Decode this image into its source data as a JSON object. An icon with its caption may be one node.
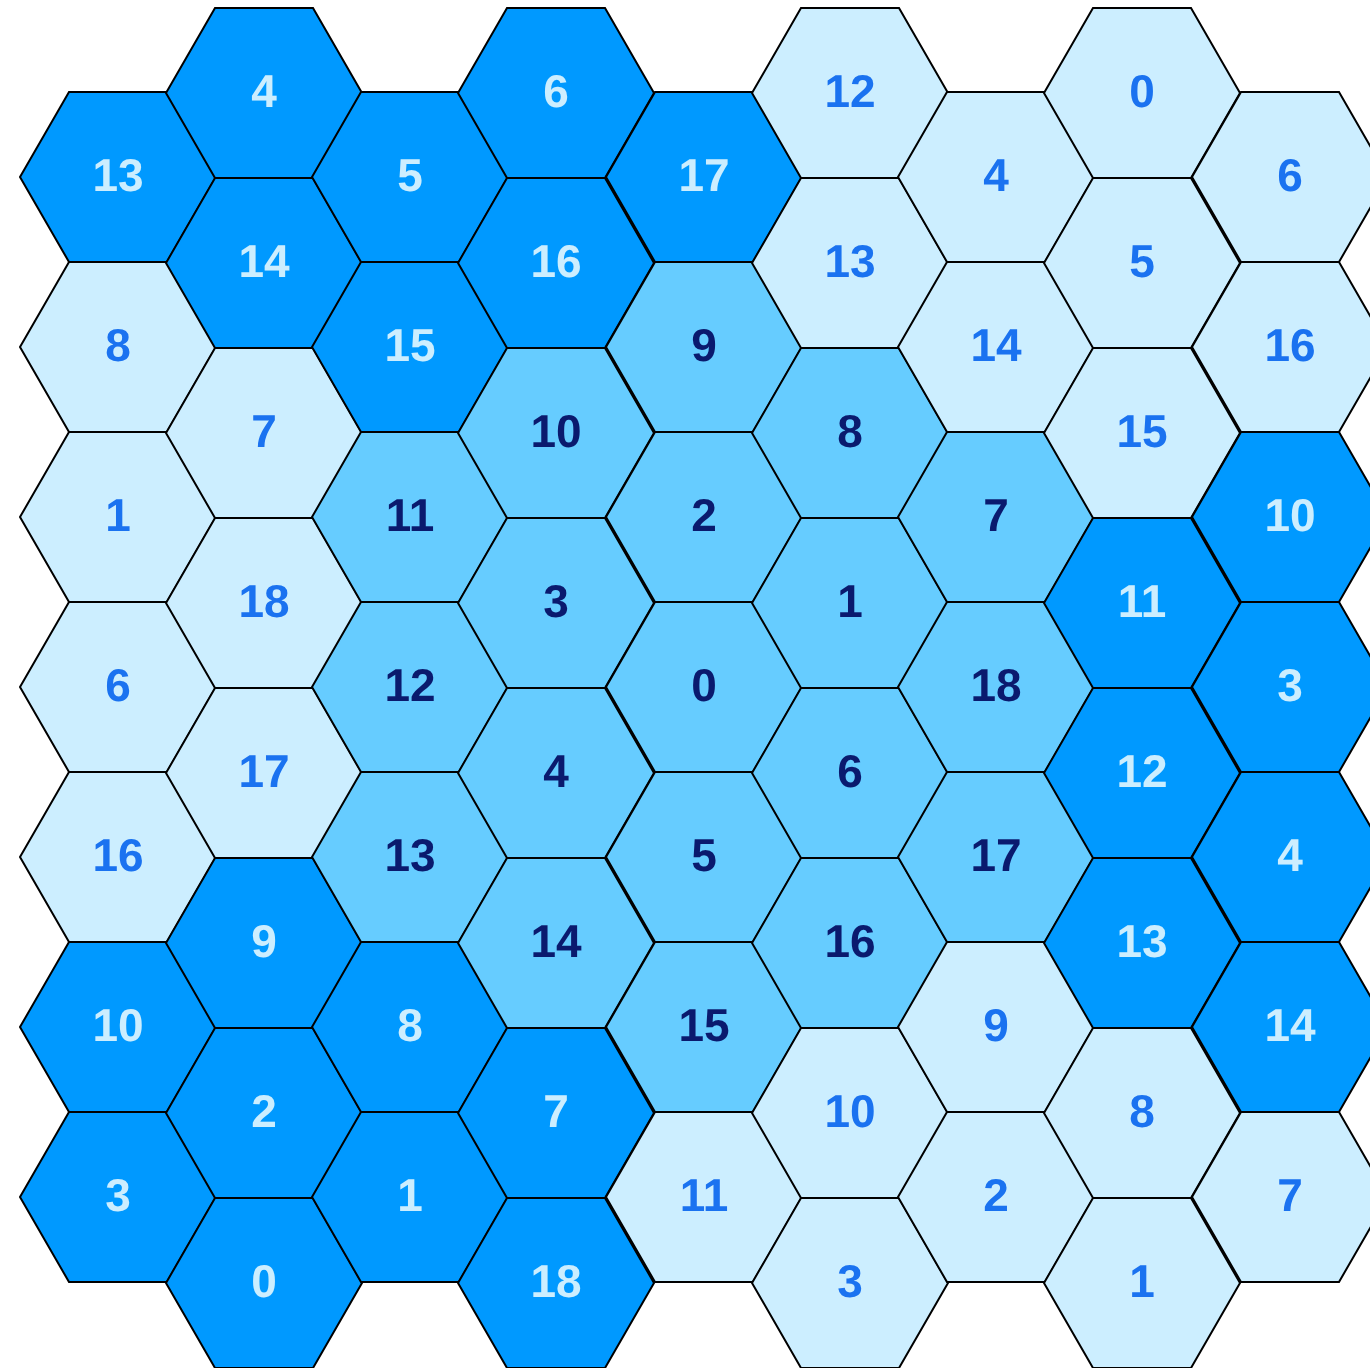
{
  "diagram": {
    "nodes": [
      {
        "text": [
          "13"
        ]
      },
      {
        "text": [
          "8"
        ]
      },
      {
        "text": [
          "1"
        ]
      },
      {
        "text": [
          "6"
        ]
      },
      {
        "text": [
          "16"
        ]
      },
      {
        "text": [
          "10"
        ]
      },
      {
        "text": [
          "3"
        ]
      },
      {
        "text": [
          "4"
        ]
      },
      {
        "text": [
          "14"
        ]
      },
      {
        "text": [
          "7"
        ]
      },
      {
        "text": [
          "18"
        ]
      },
      {
        "text": [
          "17"
        ]
      },
      {
        "text": [
          "9"
        ]
      },
      {
        "text": [
          "2"
        ]
      },
      {
        "text": [
          "0"
        ]
      },
      {
        "text": [
          "5"
        ]
      },
      {
        "text": [
          "15"
        ]
      },
      {
        "text": [
          "11"
        ]
      },
      {
        "text": [
          "12"
        ]
      },
      {
        "text": [
          "13"
        ]
      },
      {
        "text": [
          "8"
        ]
      },
      {
        "text": [
          "1"
        ]
      },
      {
        "text": [
          "6"
        ]
      },
      {
        "text": [
          "16"
        ]
      },
      {
        "text": [
          "10"
        ]
      },
      {
        "text": [
          "3"
        ]
      },
      {
        "text": [
          "4"
        ]
      },
      {
        "text": [
          "14"
        ]
      },
      {
        "text": [
          "7"
        ]
      },
      {
        "text": [
          "18"
        ]
      },
      {
        "text": [
          "17"
        ]
      },
      {
        "text": [
          "9"
        ]
      },
      {
        "text": [
          "2"
        ]
      },
      {
        "text": [
          "0"
        ]
      },
      {
        "text": [
          "5"
        ]
      },
      {
        "text": [
          "15"
        ]
      },
      {
        "text": [
          "11"
        ]
      },
      {
        "text": [
          "12"
        ]
      },
      {
        "text": [
          "13"
        ]
      },
      {
        "text": [
          "8"
        ]
      },
      {
        "text": [
          "1"
        ]
      },
      {
        "text": [
          "6"
        ]
      },
      {
        "text": [
          "16"
        ]
      },
      {
        "text": [
          "10"
        ]
      },
      {
        "text": [
          "3"
        ]
      },
      {
        "text": [
          "4"
        ]
      },
      {
        "text": [
          "14"
        ]
      },
      {
        "text": [
          "7"
        ]
      },
      {
        "text": [
          "18"
        ]
      },
      {
        "text": [
          "17"
        ]
      },
      {
        "text": [
          "9"
        ]
      },
      {
        "text": [
          "2"
        ]
      },
      {
        "text": [
          "0"
        ]
      },
      {
        "text": [
          "5"
        ]
      },
      {
        "text": [
          "15"
        ]
      },
      {
        "text": [
          "11"
        ]
      },
      {
        "text": [
          "12"
        ]
      },
      {
        "text": [
          "13"
        ]
      },
      {
        "text": [
          "8"
        ]
      },
      {
        "text": [
          "1"
        ]
      },
      {
        "text": [
          "6"
        ]
      },
      {
        "text": [
          "16"
        ]
      },
      {
        "text": [
          "10"
        ]
      },
      {
        "text": [
          "3"
        ]
      },
      {
        "text": [
          "4"
        ]
      },
      {
        "text": [
          "14"
        ]
      },
      {
        "text": [
          "7"
        ]
      }
    ]
  }
}
